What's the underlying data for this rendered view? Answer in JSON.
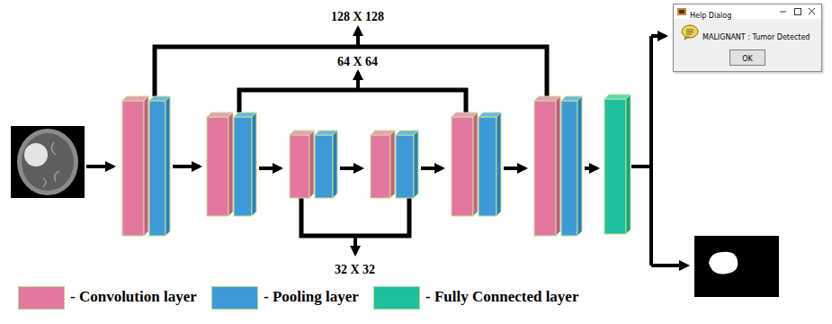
{
  "diagram": {
    "nodes": [
      {
        "text": [
          "Help Dialog",
          "MALIGNANT : Tumor Detected"
        ]
      },
      {
        "text": [
          "OK"
        ],
        "in": 0
      }
    ],
    "labels": [
      "128 X 128",
      "64 X 64",
      "32 X 32"
    ],
    "legend": [
      {
        "text": "- Convolution layer",
        "color": "#e377a0"
      },
      {
        "text": "- Pooling layer",
        "color": "#3d9ad6"
      },
      {
        "text": "- Fully Connected layer",
        "color": "#1dbf9c"
      }
    ]
  }
}
